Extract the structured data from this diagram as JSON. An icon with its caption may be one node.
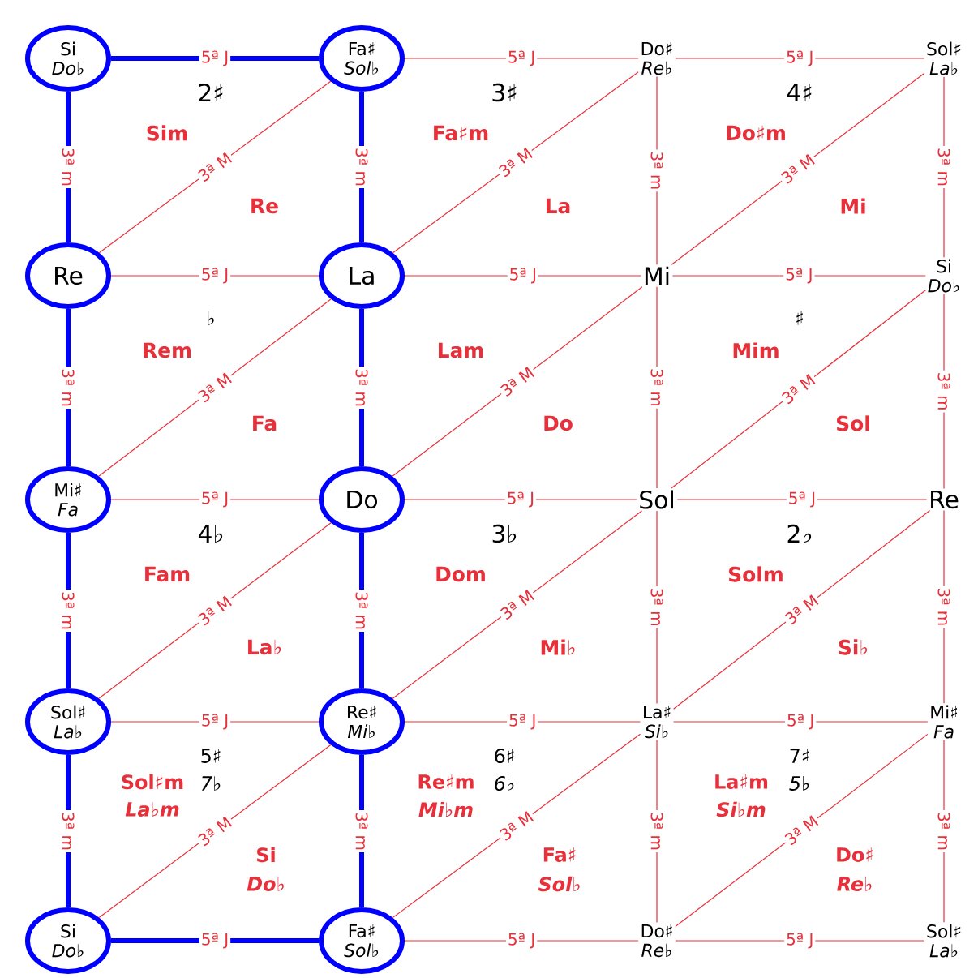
{
  "diagram": {
    "nodes": [
      {
        "text": [
          "Si",
          "Do♭"
        ]
      },
      {
        "text": [
          "Fa♯",
          "Sol♭"
        ]
      },
      {
        "text": [
          "Do♯",
          "Re♭"
        ]
      },
      {
        "text": [
          "Sol♯",
          "La♭"
        ]
      },
      {
        "text": [
          "Re"
        ]
      },
      {
        "text": [
          "La"
        ]
      },
      {
        "text": [
          "Mi"
        ]
      },
      {
        "text": [
          "Si",
          "Do♭"
        ]
      },
      {
        "text": [
          "Mi♯",
          "Fa"
        ]
      },
      {
        "text": [
          "Do"
        ]
      },
      {
        "text": [
          "Sol"
        ]
      },
      {
        "text": [
          "Re"
        ]
      },
      {
        "text": [
          "Sol♯",
          "La♭"
        ]
      },
      {
        "text": [
          "Re♯",
          "Mi♭"
        ]
      },
      {
        "text": [
          "La♯",
          "Si♭"
        ]
      },
      {
        "text": [
          "Mi♯",
          "Fa"
        ]
      },
      {
        "text": [
          "Si",
          "Do♭"
        ]
      },
      {
        "text": [
          "Fa♯",
          "Sol♭"
        ]
      },
      {
        "text": [
          "Do♯",
          "Re♭"
        ]
      },
      {
        "text": [
          "Sol♯",
          "La♭"
        ]
      }
    ],
    "edges": [
      {
        "from": 0,
        "to": 1,
        "arrow": "none",
        "label": "5ª J",
        "style": "thick",
        "color": "#0000ff"
      },
      {
        "from": 1,
        "to": 2,
        "arrow": "none",
        "label": "5ª J"
      },
      {
        "from": 2,
        "to": 3,
        "arrow": "none",
        "label": "5ª J"
      },
      {
        "from": 4,
        "to": 5,
        "arrow": "none",
        "label": "5ª J"
      },
      {
        "from": 5,
        "to": 6,
        "arrow": "none",
        "label": "5ª J"
      },
      {
        "from": 6,
        "to": 7,
        "arrow": "none",
        "label": "5ª J"
      },
      {
        "from": 8,
        "to": 9,
        "arrow": "none",
        "label": "5ª J"
      },
      {
        "from": 9,
        "to": 10,
        "arrow": "none",
        "label": "5ª J"
      },
      {
        "from": 10,
        "to": 11,
        "arrow": "none",
        "label": "5ª J"
      },
      {
        "from": 12,
        "to": 13,
        "arrow": "none",
        "label": "5ª J"
      },
      {
        "from": 13,
        "to": 14,
        "arrow": "none",
        "label": "5ª J"
      },
      {
        "from": 14,
        "to": 15,
        "arrow": "none",
        "label": "5ª J"
      },
      {
        "from": 16,
        "to": 17,
        "arrow": "none",
        "label": "5ª J",
        "style": "thick",
        "color": "#0000ff"
      },
      {
        "from": 17,
        "to": 18,
        "arrow": "none",
        "label": "5ª J"
      },
      {
        "from": 18,
        "to": 19,
        "arrow": "none",
        "label": "5ª J"
      },
      {
        "from": 0,
        "to": 4,
        "arrow": "none",
        "label": "3ª m",
        "style": "thick",
        "color": "#0000ff"
      },
      {
        "from": 4,
        "to": 8,
        "arrow": "none",
        "label": "3ª m",
        "style": "thick",
        "color": "#0000ff"
      },
      {
        "from": 8,
        "to": 12,
        "arrow": "none",
        "label": "3ª m",
        "style": "thick",
        "color": "#0000ff"
      },
      {
        "from": 12,
        "to": 16,
        "arrow": "none",
        "label": "3ª m",
        "style": "thick",
        "color": "#0000ff"
      },
      {
        "from": 1,
        "to": 5,
        "arrow": "none",
        "label": "3ª m",
        "style": "thick",
        "color": "#0000ff"
      },
      {
        "from": 5,
        "to": 9,
        "arrow": "none",
        "label": "3ª m",
        "style": "thick",
        "color": "#0000ff"
      },
      {
        "from": 9,
        "to": 13,
        "arrow": "none",
        "label": "3ª m",
        "style": "thick",
        "color": "#0000ff"
      },
      {
        "from": 13,
        "to": 17,
        "arrow": "none",
        "label": "3ª m",
        "style": "thick",
        "color": "#0000ff"
      },
      {
        "from": 2,
        "to": 6,
        "arrow": "none",
        "label": "3ª m"
      },
      {
        "from": 6,
        "to": 10,
        "arrow": "none",
        "label": "3ª m"
      },
      {
        "from": 10,
        "to": 14,
        "arrow": "none",
        "label": "3ª m"
      },
      {
        "from": 14,
        "to": 18,
        "arrow": "none",
        "label": "3ª m"
      },
      {
        "from": 3,
        "to": 7,
        "arrow": "none",
        "label": "3ª m"
      },
      {
        "from": 7,
        "to": 11,
        "arrow": "none",
        "label": "3ª m"
      },
      {
        "from": 11,
        "to": 15,
        "arrow": "none",
        "label": "3ª m"
      },
      {
        "from": 15,
        "to": 19,
        "arrow": "none",
        "label": "3ª m"
      },
      {
        "from": 4,
        "to": 1,
        "arrow": "none",
        "label": "3ª M"
      },
      {
        "from": 5,
        "to": 2,
        "arrow": "none",
        "label": "3ª M"
      },
      {
        "from": 6,
        "to": 3,
        "arrow": "none",
        "label": "3ª M"
      },
      {
        "from": 8,
        "to": 5,
        "arrow": "none",
        "label": "3ª M"
      },
      {
        "from": 9,
        "to": 6,
        "arrow": "none",
        "label": "3ª M"
      },
      {
        "from": 10,
        "to": 7,
        "arrow": "none",
        "label": "3ª M"
      },
      {
        "from": 12,
        "to": 9,
        "arrow": "none",
        "label": "3ª M"
      },
      {
        "from": 13,
        "to": 10,
        "arrow": "none",
        "label": "3ª M"
      },
      {
        "from": 14,
        "to": 11,
        "arrow": "none",
        "label": "3ª M"
      },
      {
        "from": 16,
        "to": 13,
        "arrow": "none",
        "label": "3ª M"
      },
      {
        "from": 17,
        "to": 14,
        "arrow": "none",
        "label": "3ª M"
      },
      {
        "from": 18,
        "to": 15,
        "arrow": "none",
        "label": "3ª M"
      }
    ],
    "labels": [
      "2♯",
      "Sim",
      "Re",
      "3♯",
      "Fa♯m",
      "La",
      "4♯",
      "Do♯m",
      "Mi",
      "♭",
      "Rem",
      "Fa",
      "Lam",
      "Do",
      "♯",
      "Mim",
      "Sol",
      "4♭",
      "Fam",
      "La♭",
      "3♭",
      "Dom",
      "Mi♭",
      "2♭",
      "Solm",
      "Si♭",
      "5♯",
      "7♭",
      "Sol♯m",
      "La♭m",
      "Si",
      "Do♭",
      "6♯",
      "6♭",
      "Re♯m",
      "Mi♭m",
      "Fa♯",
      "Sol♭",
      "7♯",
      "5♭",
      "La♯m",
      "Si♭m",
      "Do♯",
      "Re♭"
    ]
  }
}
